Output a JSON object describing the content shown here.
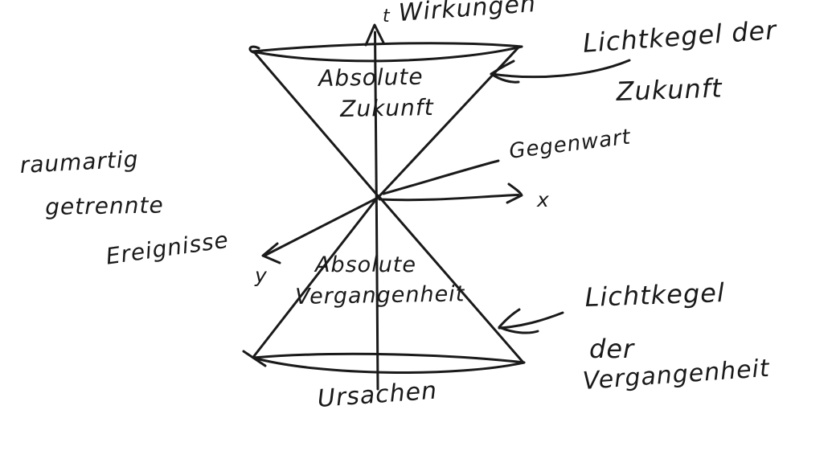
{
  "page": {
    "background": "#ffffff",
    "ink": "#1a1a1a"
  },
  "diagram": {
    "axes": {
      "t": "t",
      "x": "x",
      "y": "y"
    },
    "top_axis_note": "Wirkungen",
    "upper_cone": {
      "line1": "Absolute",
      "line2": "Zukunft"
    },
    "lower_cone": {
      "line1": "Absolute",
      "line2": "Vergangenheit"
    },
    "annotation_future": {
      "line1": "Lichtkegel der",
      "line2": "Zukunft"
    },
    "annotation_present": "Gegenwart",
    "annotation_past": {
      "line1": "Lichtkegel",
      "line2": "der",
      "line3": "Vergangenheit"
    },
    "left_note": {
      "line1": "raumartig",
      "line2": "getrennte",
      "line3": "Ereignisse"
    },
    "bottom_note": "Ursachen"
  }
}
